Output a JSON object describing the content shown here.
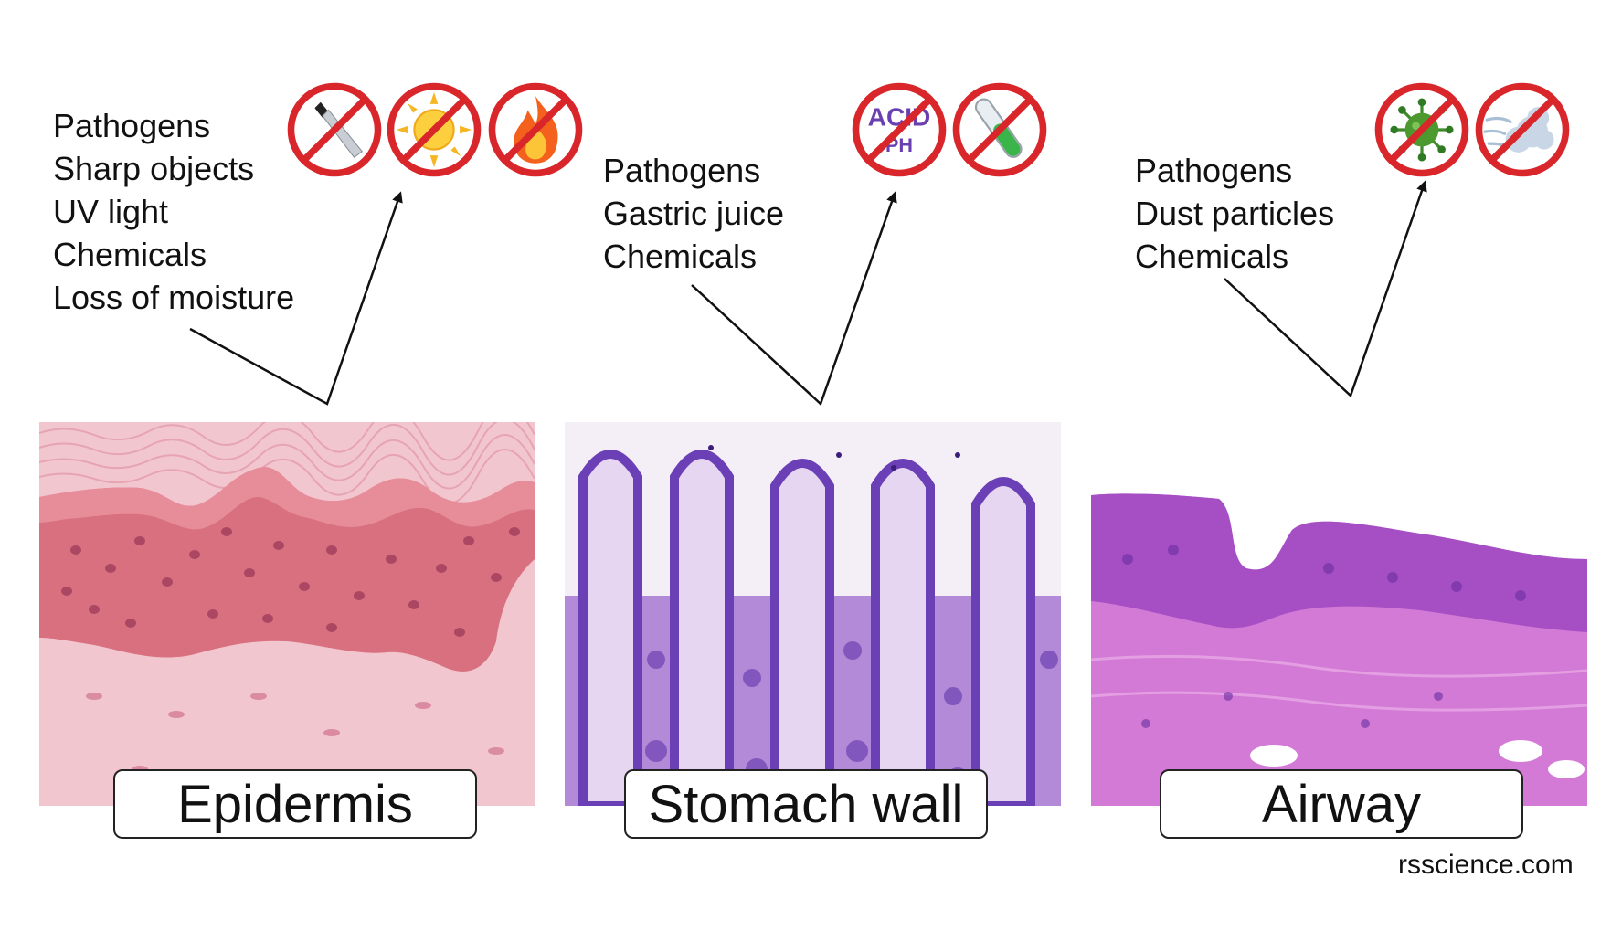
{
  "panels": [
    {
      "label": "Epidermis",
      "threats": [
        "Pathogens",
        "Sharp objects",
        "UV light",
        "Chemicals",
        "Loss of moisture"
      ],
      "icons": [
        "no-knife-icon",
        "no-sun-icon",
        "no-fire-icon"
      ]
    },
    {
      "label": "Stomach wall",
      "threats": [
        "Pathogens",
        "Gastric juice",
        "Chemicals"
      ],
      "icons": [
        "no-acid-ph-icon",
        "no-chemical-tube-icon"
      ],
      "icon_text": {
        "acid": "ACID",
        "ph": "PH"
      }
    },
    {
      "label": "Airway",
      "threats": [
        "Pathogens",
        "Dust particles",
        "Chemicals"
      ],
      "icons": [
        "no-virus-icon",
        "no-dust-icon"
      ]
    }
  ],
  "credit": "rsscience.com",
  "colors": {
    "prohibition_red": "#d9262b",
    "skin_pink": "#e48c9c",
    "stomach_purple": "#7a4db8",
    "airway_magenta": "#c86fc9"
  }
}
